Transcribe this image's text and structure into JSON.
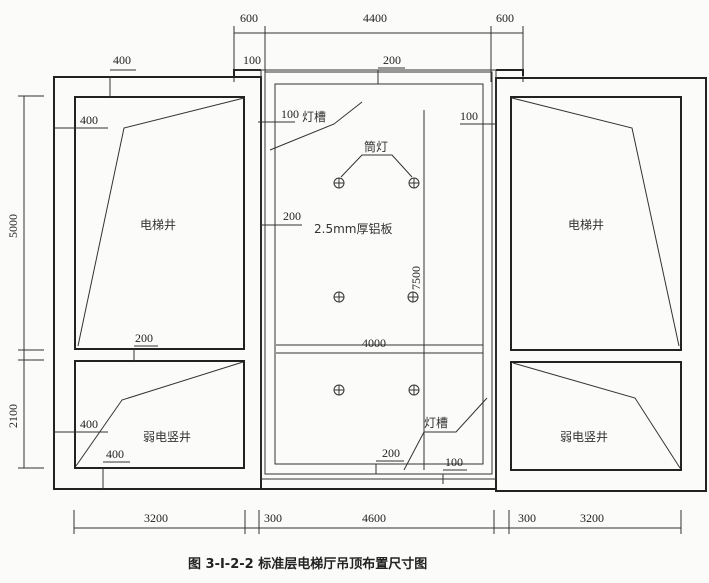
{
  "caption": "图 3-Ⅰ-2-2  标准层电梯厅吊顶布置尺寸图",
  "labels": {
    "elevator_shaft": "电梯井",
    "weak_current_shaft": "弱电竖井",
    "light_trough": "灯槽",
    "downlight": "筒灯",
    "aluminum_panel": "2.5mm厚铝板"
  },
  "dimensions": {
    "top": [
      "600",
      "4400",
      "600"
    ],
    "bottom": [
      "3200",
      "300",
      "4600",
      "300",
      "3200"
    ],
    "left": [
      "5000",
      "2100"
    ],
    "inner_width": "4000",
    "inner_height": "7500",
    "wall_top": "400",
    "wall_side": "400",
    "wall_lower_side": "400",
    "wall_bottom": "400",
    "shaft_gap": "200",
    "offset_top_left": "100",
    "trough_top": "200",
    "trough_left": "100",
    "trough_right": "100",
    "panel_left": "200",
    "trough_bottom": "200",
    "offset_bottom": "100"
  }
}
